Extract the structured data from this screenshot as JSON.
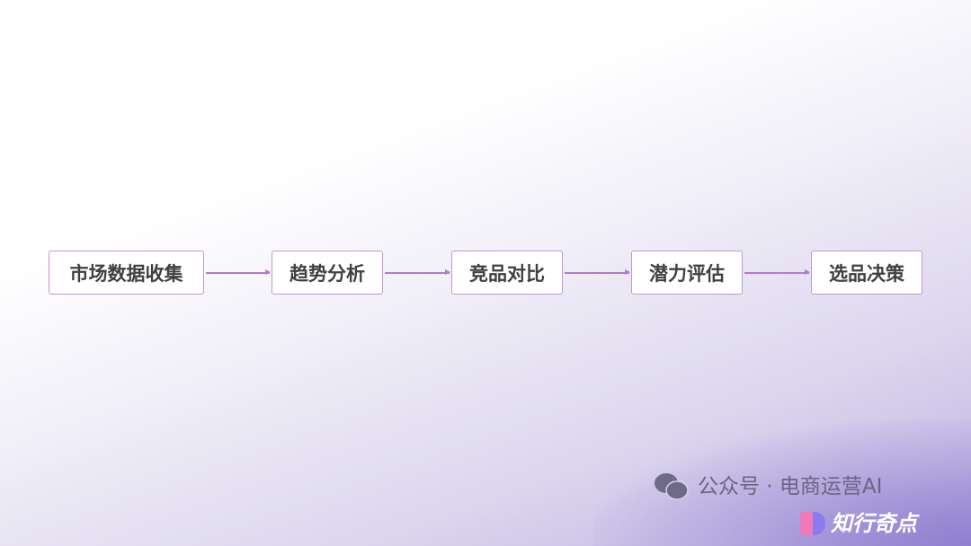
{
  "flow": {
    "steps": [
      "市场数据收集",
      "趋势分析",
      "竞品对比",
      "潜力评估",
      "选品决策"
    ]
  },
  "watermark": {
    "text": "公众号 · 电商运营AI",
    "logo_text": "知行奇点"
  },
  "colors": {
    "border": "#c495d6",
    "arrow": "#b17ccb",
    "text": "#404040"
  }
}
